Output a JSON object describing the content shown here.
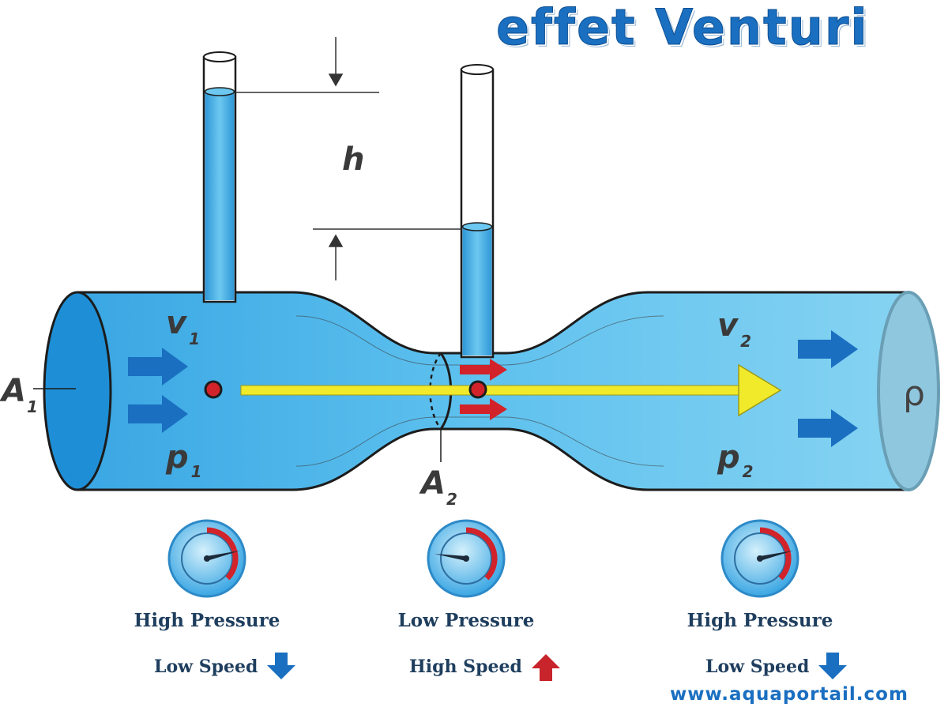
{
  "title": "effet Venturi",
  "labels": {
    "h": "h",
    "v1": "v",
    "v1_sub": "1",
    "v2": "v",
    "v2_sub": "2",
    "p1": "p",
    "p1_sub": "1",
    "p2": "p",
    "p2_sub": "2",
    "A1": "A",
    "A1_sub": "1",
    "A2": "A",
    "A2_sub": "2",
    "rho": "ρ"
  },
  "gauges": [
    {
      "pressure": "High Pressure",
      "speed": "Low Speed",
      "speed_arrow": "down-arrow-icon",
      "arrow_color": "#1a6fc0"
    },
    {
      "pressure": "Low Pressure",
      "speed": "High Speed",
      "speed_arrow": "up-arrow-icon",
      "arrow_color": "#c8242b"
    },
    {
      "pressure": "High Pressure",
      "speed": "Low Speed",
      "speed_arrow": "down-arrow-icon",
      "arrow_color": "#1a6fc0"
    }
  ],
  "website": "www.aquaportail.com",
  "colors": {
    "water": "#52b7e8",
    "flow_arrow": "#f0ea2a",
    "blue_arrow": "#1a6fc0",
    "red_arrow": "#d2232a",
    "title": "#1a6fc0"
  }
}
